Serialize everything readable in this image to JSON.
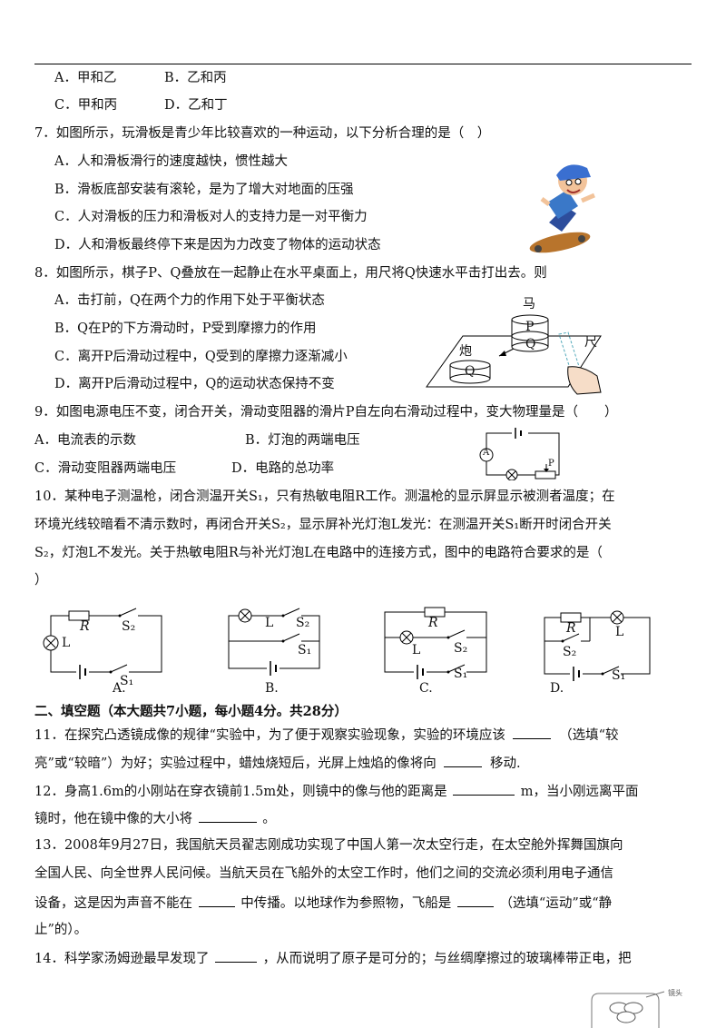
{
  "q6": {
    "a": "A．甲和乙",
    "b": "B．乙和丙",
    "c": "C．甲和丙",
    "d": "D．乙和丁"
  },
  "q7": {
    "stem": "7．如图所示，玩滑板是青少年比较喜欢的一种运动，以下分析合理的是（　）",
    "a": "A．人和滑板滑行的速度越快，惯性越大",
    "b": "B．滑板底部安装有滚轮，是为了增大对地面的压强",
    "c": "C．人对滑板的压力和滑板对人的支持力是一对平衡力",
    "d": "D．人和滑板最终停下来是因为力改变了物体的运动状态"
  },
  "q8": {
    "stem": "8．如图所示，棋子P、Q叠放在一起静止在水平桌面上，用尺将Q快速水平击打出去。则",
    "a": "A．击打前，Q在两个力的作用下处于平衡状态",
    "b": "B．Q在P的下方滑动时，P受到摩擦力的作用",
    "c": "C．离开P后滑动过程中，Q受到的摩擦力逐渐减小",
    "d": "D．离开P后滑动过程中，Q的运动状态保持不变",
    "fig": {
      "ma": "马",
      "p": "P",
      "q": "Q",
      "pao": "炮",
      "q2": "Q",
      "chi": "尺"
    }
  },
  "q9": {
    "stem": "9．如图电源电压不变，闭合开关，滑动变阻器的滑片P自左向右滑动过程中，变大物理量是（　　）",
    "a": "A．电流表的示数",
    "b": "B．灯泡的两端电压",
    "c": "C．滑动变阻器两端电压",
    "d": "D．电路的总功率",
    "fig": {
      "ammeter": "A",
      "slider": "P"
    }
  },
  "q10": {
    "l1": "10．某种电子测温枪，闭合测温开关S₁，只有热敏电阻R工作。测温枪的显示屏显示被测者温度；在",
    "l2": "环境光线较暗看不清示数时，再闭合开关S₂，显示屏补光灯泡L发光：在测温开关S₁断开时闭合开关",
    "l3": "S₂，灯泡L不发光。关于热敏电阻R与补光灯泡L在电路中的连接方式，图中的电路符合要求的是（",
    "l4": "）",
    "opts": [
      "A.",
      "B.",
      "C.",
      "D."
    ],
    "R": "R",
    "L": "L",
    "S1": "S₁",
    "S2": "S₂"
  },
  "sec2": "二、填空题（本大题共7小题，每小题4分。共28分）",
  "q11": {
    "l1a": "11．在探究凸透镜成像的规律“实验中，为了便于观察实验现象，实验的环境应该",
    "l1b": "（选填“较",
    "l2a": "亮”或“较暗”）为好；实验过程中，蜡烛烧短后，光屏上烛焰的像将向",
    "l2b": "移动."
  },
  "q12": {
    "l1a": "12．身高1.6m的小刚站在穿衣镜前1.5m处，则镜中的像与他的距离是",
    "l1b": "m，当小刚远离平面",
    "l2a": "镜时，他在镜中像的大小将",
    "l2b": "。"
  },
  "q13": {
    "l1": "13．2008年9月27日，我国航天员翟志刚成功实现了中国人第一次太空行走，在太空舱外挥舞国旗向",
    "l2": "全国人民、向全世界人民问候。当航天员在飞船外的太空工作时，他们之间的交流必须利用电子通信",
    "l3a": "设备，这是因为声音不能在",
    "l3b": "中传播。以地球作为参照物，飞船是",
    "l3c": "（选填“运动”或“静",
    "l4": "止”的）。"
  },
  "q14": {
    "l1a": "14．科学家汤姆逊最早发现了",
    "l1b": "，从而说明了原子是可分的；与丝绸摩擦过的玻璃棒带正电，把"
  },
  "corner": {
    "label": "镜头"
  }
}
